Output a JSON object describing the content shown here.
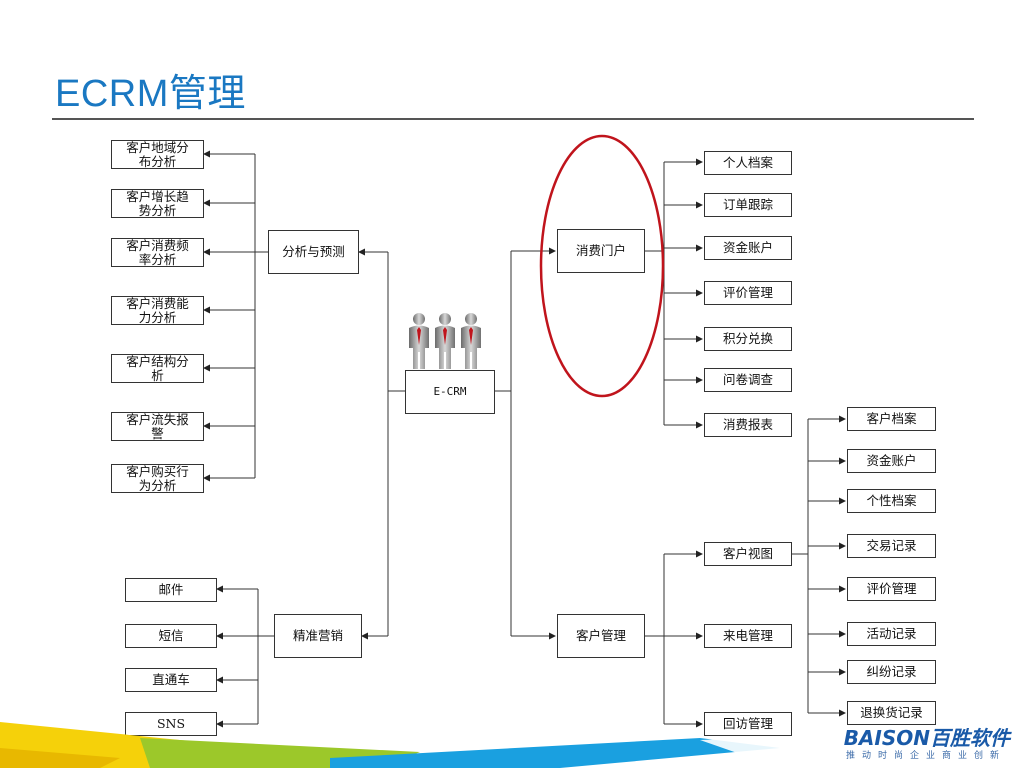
{
  "title": "ECRM管理",
  "center": "E-CRM",
  "analysis": {
    "hub": "分析与预测",
    "items": [
      "客户地域分\n布分析",
      "客户增长趋\n势分析",
      "客户消费频\n率分析",
      "客户消费能\n力分析",
      "客户结构分\n析",
      "客户流失报\n警",
      "客户购买行\n为分析"
    ]
  },
  "marketing": {
    "hub": "精准营销",
    "items": [
      "邮件",
      "短信",
      "直通车",
      "SNS"
    ]
  },
  "portal": {
    "hub": "消费门户",
    "items": [
      "个人档案",
      "订单跟踪",
      "资金账户",
      "评价管理",
      "积分兑换",
      "问卷调查",
      "消费报表"
    ]
  },
  "customer": {
    "hub": "客户管理",
    "items": [
      "客户视图",
      "来电管理",
      "回访管理"
    ],
    "view_items": [
      "客户档案",
      "资金账户",
      "个性档案",
      "交易记录",
      "评价管理",
      "活动记录",
      "纠纷记录",
      "退换货记录"
    ]
  },
  "logo": {
    "name": "BAISON百胜软件",
    "slogan": "推动时尚企业商业创新"
  },
  "colors": {
    "title": "#1a78c2",
    "highlight_ellipse": "#c0141c",
    "footer_yellow": "#f5d10a",
    "footer_green": "#9cc82a",
    "footer_blue": "#1aa0e0"
  }
}
